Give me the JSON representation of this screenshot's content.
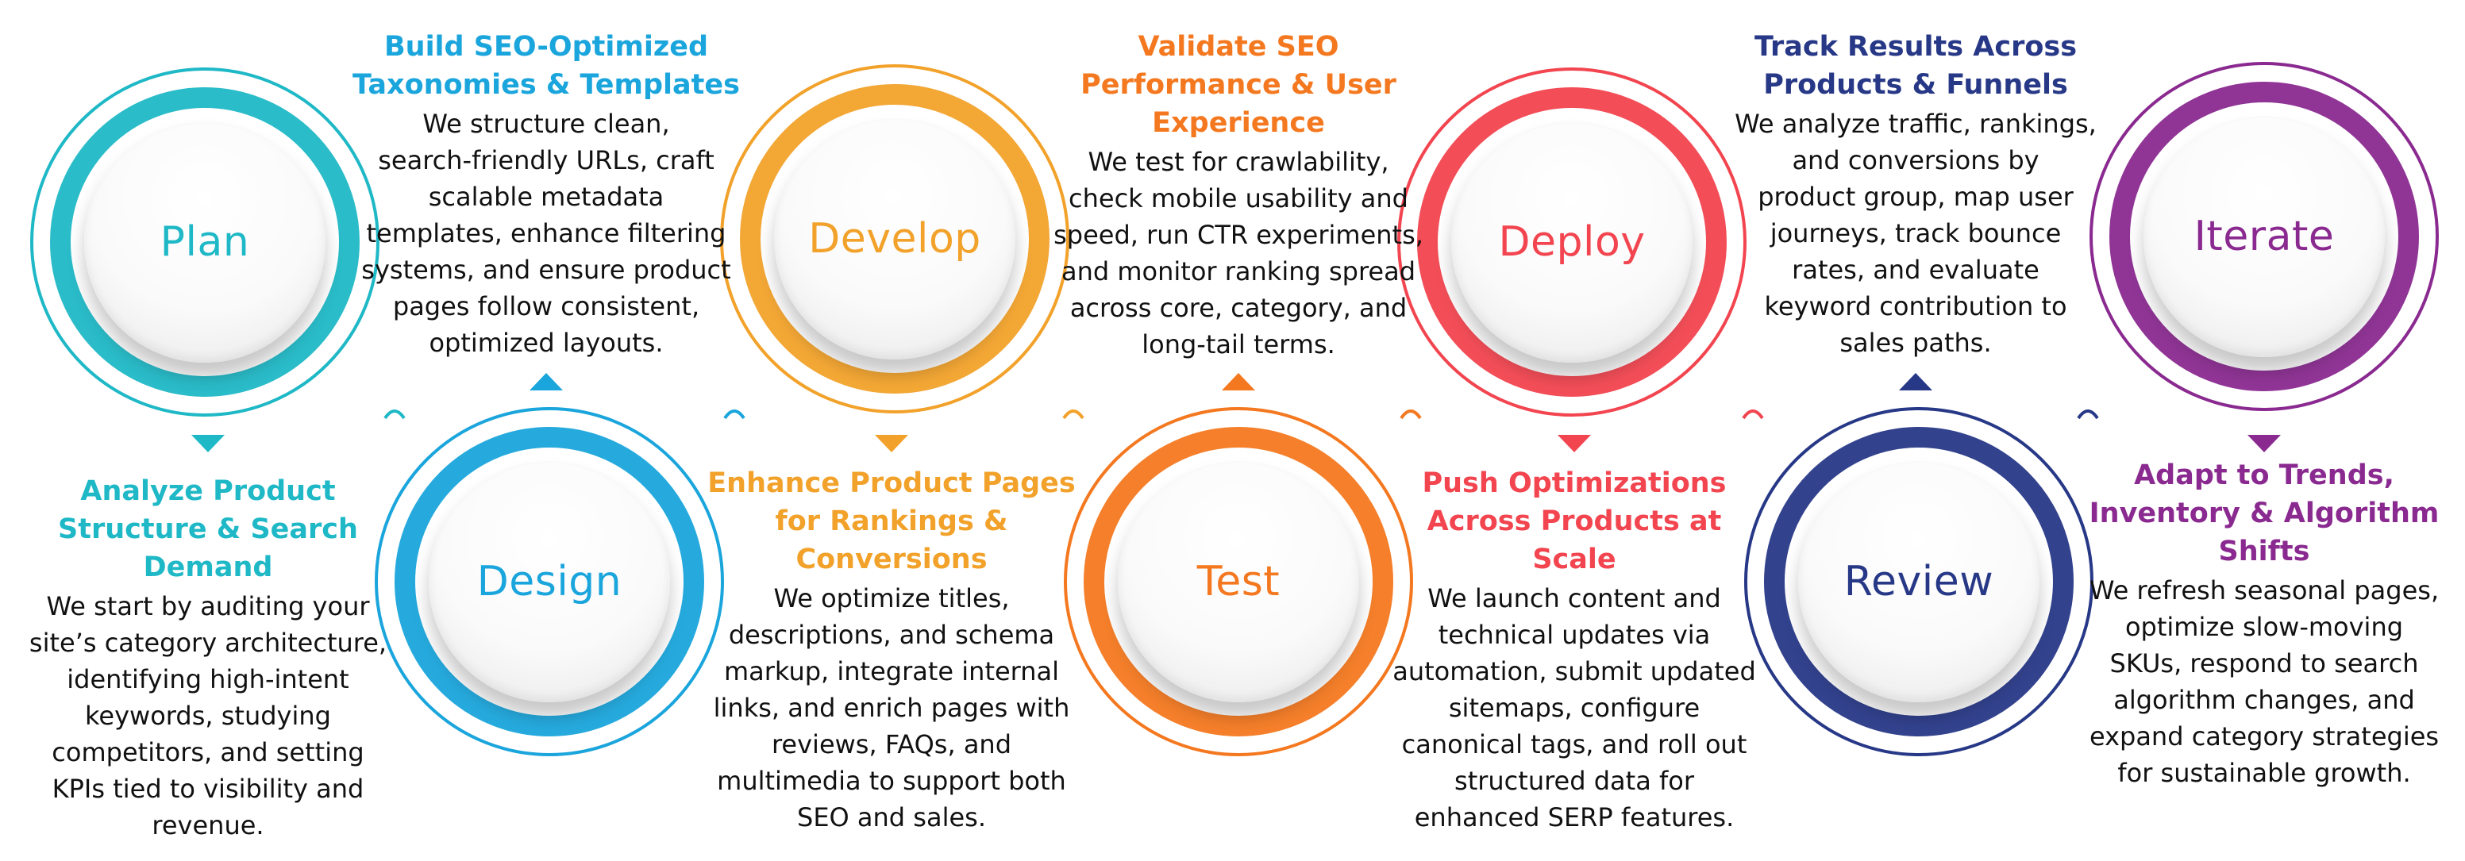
{
  "colors": {
    "plan": "#1fb8c6",
    "design": "#1aa5dc",
    "develop": "#f2a22a",
    "test": "#f4781f",
    "deploy": "#f2454f",
    "review": "#273887",
    "iterate": "#8a2a90"
  },
  "stages": [
    {
      "id": "plan",
      "label": "Plan",
      "heading": [
        "Analyze Product",
        "Structure & Search",
        "Demand"
      ],
      "description": [
        "We start by auditing your",
        "site’s category architecture,",
        "identifying high-intent",
        "keywords, studying",
        "competitors, and setting",
        "KPIs tied to visibility and",
        "revenue."
      ]
    },
    {
      "id": "design",
      "label": "Design",
      "heading": [
        "Build SEO-Optimized",
        "Taxonomies & Templates"
      ],
      "description": [
        "We structure clean,",
        "search-friendly URLs, craft",
        "scalable metadata",
        "templates, enhance filtering",
        "systems, and ensure product",
        "pages follow consistent,",
        "optimized layouts."
      ]
    },
    {
      "id": "develop",
      "label": "Develop",
      "heading": [
        "Enhance Product Pages",
        "for Rankings &",
        "Conversions"
      ],
      "description": [
        "We optimize titles,",
        "descriptions, and schema",
        "markup, integrate internal",
        "links, and enrich pages with",
        "reviews, FAQs, and",
        "multimedia to support both",
        "SEO and sales."
      ]
    },
    {
      "id": "test",
      "label": "Test",
      "heading": [
        "Validate SEO",
        "Performance & User",
        "Experience"
      ],
      "description": [
        "We test for crawlability,",
        "check mobile usability and",
        "speed, run CTR experiments,",
        "and monitor ranking spread",
        "across core, category, and",
        "long-tail terms."
      ]
    },
    {
      "id": "deploy",
      "label": "Deploy",
      "heading": [
        "Push Optimizations",
        "Across Products at",
        "Scale"
      ],
      "description": [
        "We launch content and",
        "technical updates via",
        "automation, submit updated",
        "sitemaps, configure",
        "canonical tags, and roll out",
        "structured data for",
        "enhanced SERP features."
      ]
    },
    {
      "id": "review",
      "label": "Review",
      "heading": [
        "Track Results Across",
        "Products & Funnels"
      ],
      "description": [
        "We analyze traffic, rankings,",
        "and conversions by",
        "product group, map user",
        "journeys, track bounce",
        "rates, and evaluate",
        "keyword contribution to",
        "sales paths."
      ]
    },
    {
      "id": "iterate",
      "label": "Iterate",
      "heading": [
        "Adapt to Trends,",
        "Inventory & Algorithm",
        "Shifts"
      ],
      "description": [
        "We refresh seasonal pages,",
        "optimize slow-moving",
        "SKUs, respond to search",
        "algorithm changes, and",
        "expand category strategies",
        "for sustainable growth."
      ]
    }
  ]
}
